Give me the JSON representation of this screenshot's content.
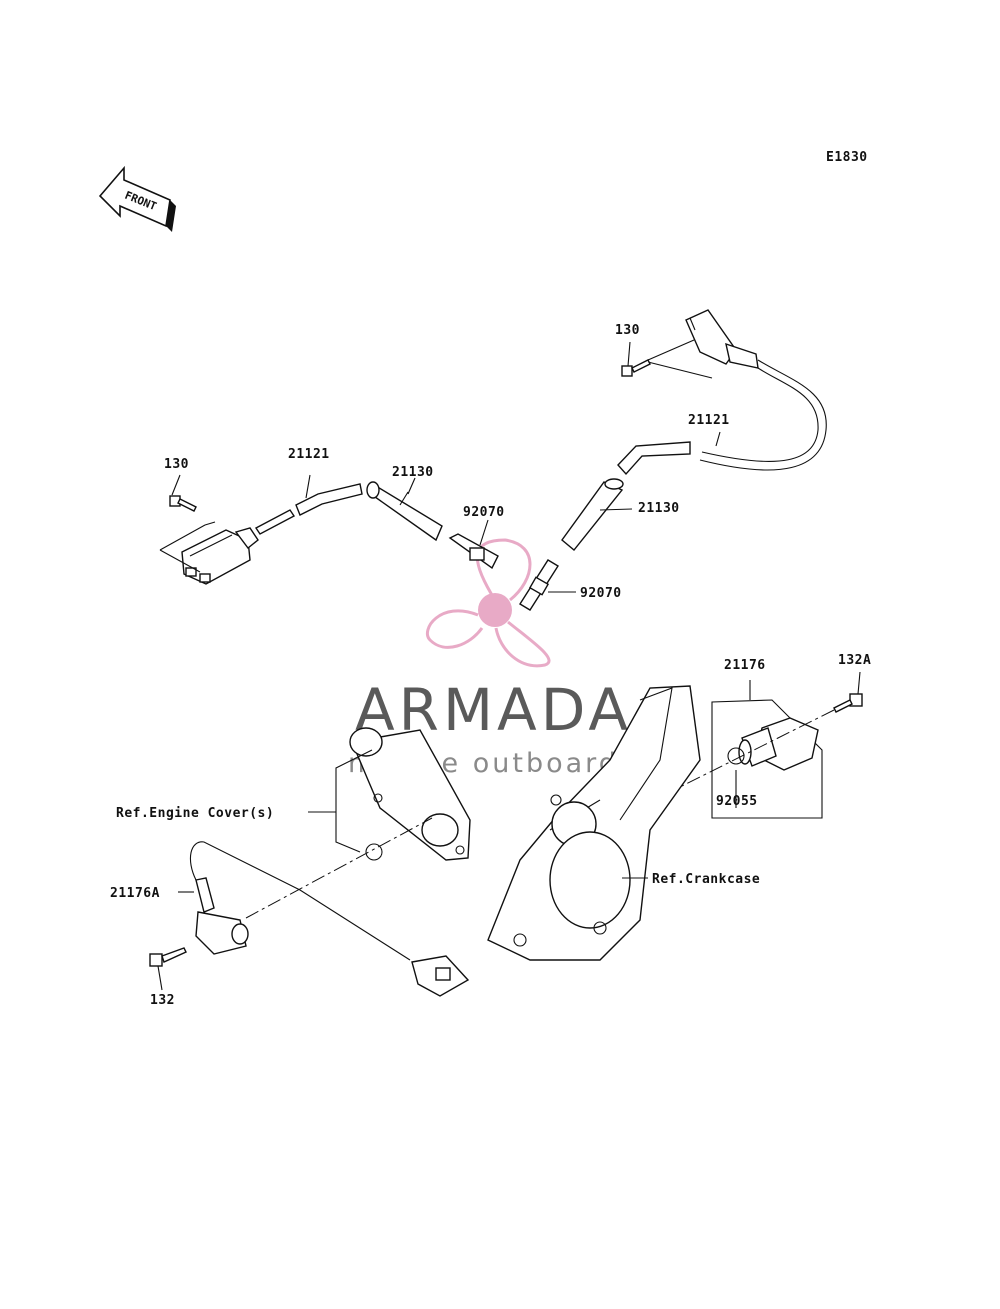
{
  "diagram_code": "E1830",
  "front_label": "FRONT",
  "labels": {
    "bolt_130_left": "130",
    "wire_21121_left": "21121",
    "cap_21130_left": "21130",
    "plug_92070_left": "92070",
    "bolt_130_right": "130",
    "wire_21121_right": "21121",
    "cap_21130_right": "21130",
    "plug_92070_right": "92070",
    "sensor_21176": "21176",
    "bolt_132A": "132A",
    "oring_92055": "92055",
    "ref_engine_cover": "Ref.Engine Cover(s)",
    "ref_crankcase": "Ref.Crankcase",
    "sensor_21176A": "21176A",
    "bolt_132": "132"
  },
  "watermark": {
    "title": "ARMADA",
    "subtitle": "marine outboards",
    "color": "#e7a6c4"
  }
}
